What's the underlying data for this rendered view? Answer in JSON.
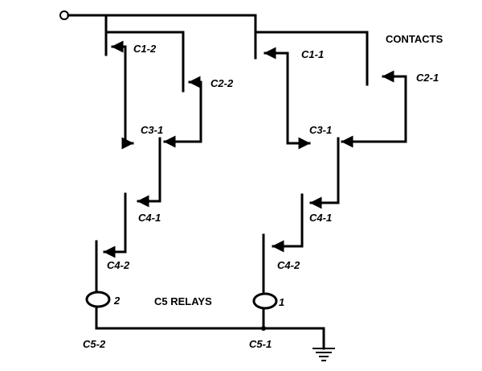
{
  "title": "Relay contact network",
  "labels": {
    "contacts": "CONTACTS",
    "c5_relays": "C5 RELAYS",
    "c1_2": "C1-2",
    "c1_1": "C1-1",
    "c2_2": "C2-2",
    "c2_1": "C2-1",
    "c3_1_left": "C3-1",
    "c3_1_right": "C3-1",
    "c4_1_left": "C4-1",
    "c4_1_right": "C4-1",
    "c4_2_left": "C4-2",
    "c4_2_right": "C4-2",
    "c5_2": "C5-2",
    "c5_1": "C5-1",
    "relay_2": "2",
    "relay_1": "1"
  },
  "colors": {
    "ink": "#000000",
    "background": "#ffffff"
  }
}
